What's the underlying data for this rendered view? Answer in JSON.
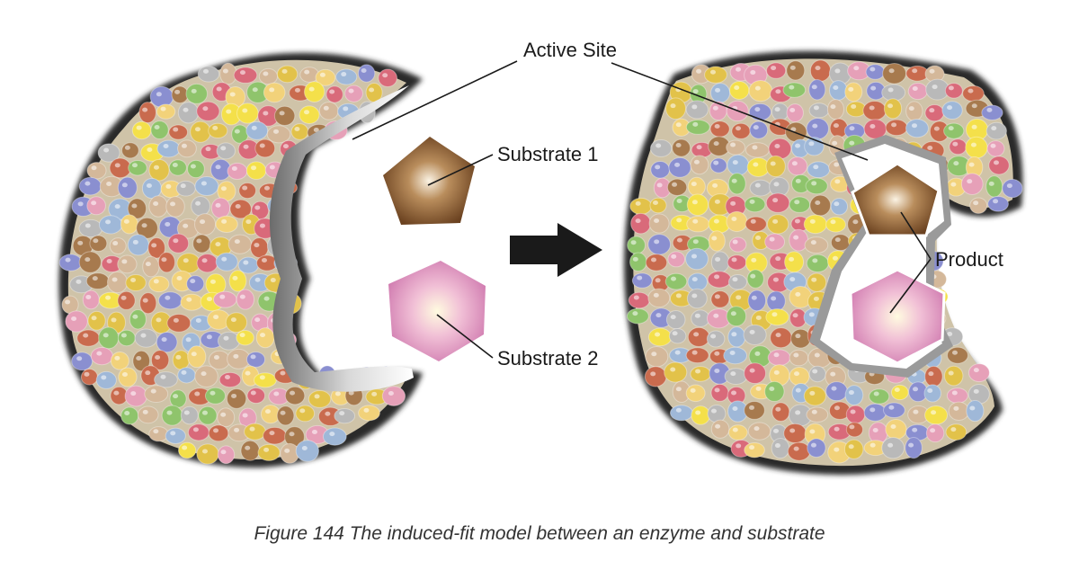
{
  "labels": {
    "active_site": "Active Site",
    "substrate_1": "Substrate 1",
    "substrate_2": "Substrate 2",
    "product": "Product"
  },
  "caption": "Figure 144 The induced-fit model between an enzyme and substrate",
  "colors": {
    "substrate_1": "#7a4f24",
    "substrate_2": "#d98fc0",
    "arrow": "#1a1a1a",
    "shadow": "#2b2b2b",
    "bead_palette": [
      "#c96b4e",
      "#e2c24a",
      "#9fb8d8",
      "#8fc46c",
      "#a77a4e",
      "#d96a7a",
      "#b9b9b9",
      "#f2d27a",
      "#8a8fd0",
      "#e6a0b8",
      "#f4e04a",
      "#d4b89a"
    ]
  }
}
